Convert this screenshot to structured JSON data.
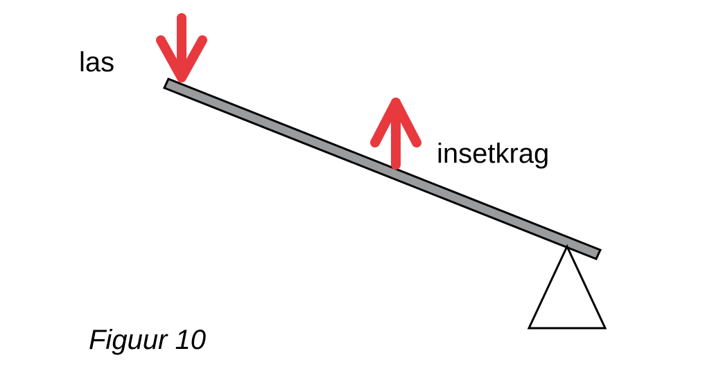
{
  "labels": {
    "load": "las",
    "effort": "insetkrag"
  },
  "caption": "Figuur 10",
  "colors": {
    "arrow": "#e8393f",
    "beam_fill": "#9a9b9d",
    "outline": "#000000",
    "background": "#ffffff"
  },
  "icons": {
    "load_arrow": "arrow-down-icon",
    "effort_arrow": "arrow-up-icon",
    "fulcrum": "triangle-fulcrum"
  }
}
